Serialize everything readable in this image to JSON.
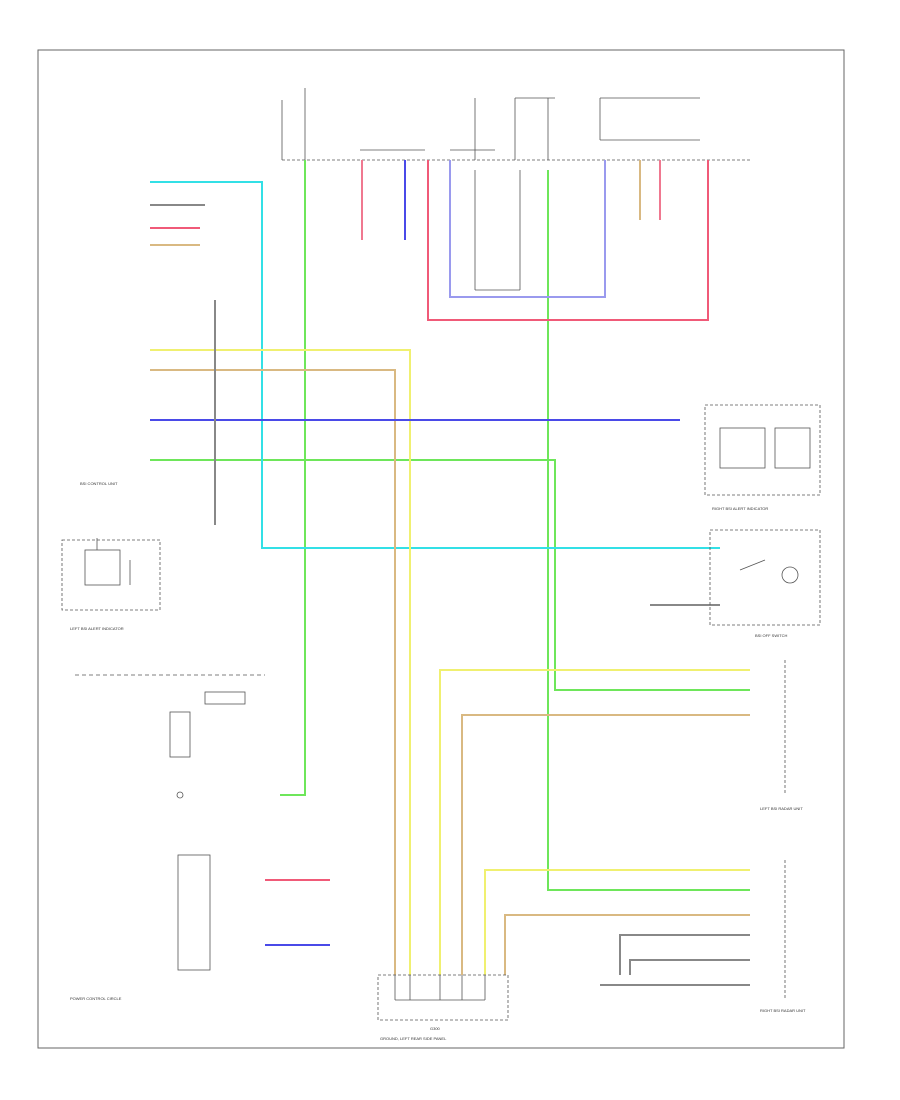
{
  "diagram": {
    "wires": {
      "cyan": "#33e0e6",
      "green": "#6ee65a",
      "yellow": "#f0f070",
      "tan": "#d9b982",
      "blue": "#4a4ae8",
      "red": "#f05a78",
      "lavender": "#9a9aee",
      "pink": "#f07890",
      "gray": "#888888"
    },
    "labels": {
      "left_sensor": "LEFT BSI ALERT INDICATOR",
      "right_sensor": "RIGHT BSI ALERT INDICATOR",
      "bsi_switch": "BSI OFF SWITCH",
      "left_radar": "LEFT BSI RADAR UNIT",
      "right_radar": "RIGHT BSI RADAR UNIT",
      "control_unit": "BSI CONTROL UNIT",
      "bottom_left_caption": "POWER CONTROL CIRCLE",
      "bottom_caption": "GROUND, LEFT REAR SIDE PANEL",
      "ground": "G300"
    }
  }
}
